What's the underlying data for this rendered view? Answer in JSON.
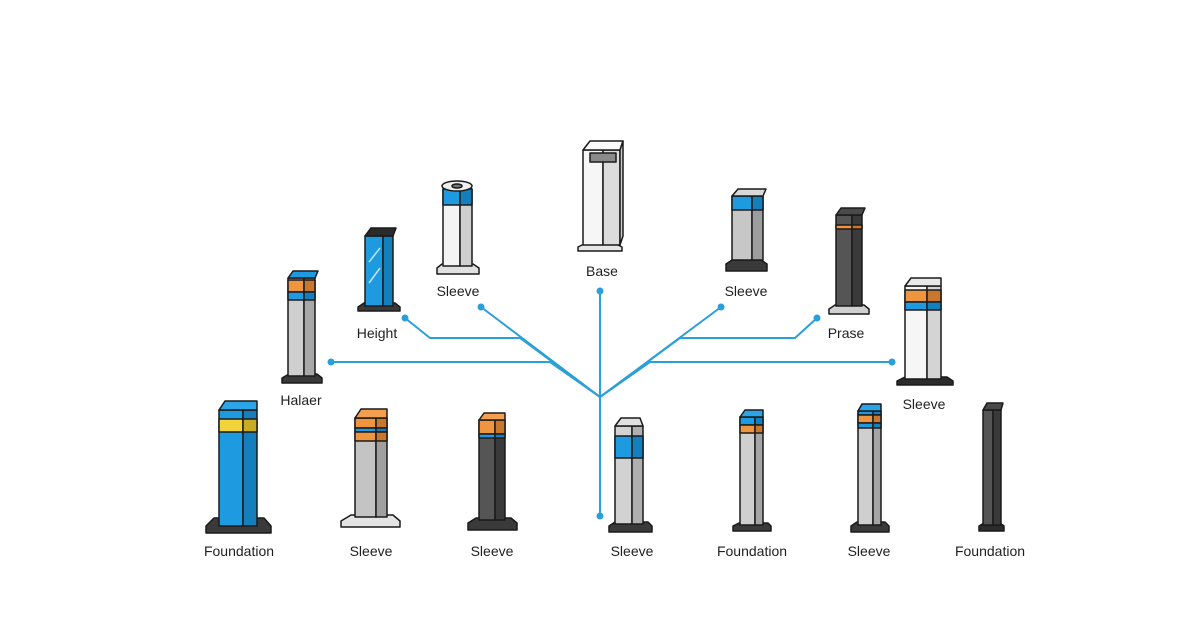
{
  "colors": {
    "connector": "#2a9fd8",
    "outline": "#1a1a1a",
    "blue": "#1e9be0",
    "orange": "#ef9540",
    "yellow": "#f2d43a",
    "white": "#f4f4f4",
    "light_gray": "#c9c9c9",
    "silver": "#b8b8b8",
    "dark_gray": "#555555",
    "charcoal": "#4a4a4a"
  },
  "bollards": [
    {
      "id": "base",
      "label": "Base",
      "style": "white-tall",
      "icon": "white-sleeve-bollard-icon"
    },
    {
      "id": "sleeve-top-left",
      "label": "Sleeve",
      "style": "white-blue-band",
      "icon": "white-bollard-blue-band-icon"
    },
    {
      "id": "sleeve-top-right",
      "label": "Sleeve",
      "style": "gray-blue-band",
      "icon": "gray-bollard-blue-band-icon"
    },
    {
      "id": "height",
      "label": "Height",
      "style": "blue-glass",
      "icon": "blue-glass-bollard-icon"
    },
    {
      "id": "prase",
      "label": "Prase",
      "style": "dark-orange-stripe",
      "icon": "dark-bollard-orange-stripe-icon"
    },
    {
      "id": "halaer",
      "label": "Halaer",
      "style": "gray-orange-blue",
      "icon": "gray-bollard-orange-blue-icon"
    },
    {
      "id": "sleeve-right",
      "label": "Sleeve",
      "style": "white-orange-blue",
      "icon": "white-bollard-orange-blue-icon"
    },
    {
      "id": "foundation-1",
      "label": "Foundation",
      "style": "blue-yellow",
      "icon": "blue-bollard-yellow-band-icon"
    },
    {
      "id": "sleeve-b1",
      "label": "Sleeve",
      "style": "silver-orange",
      "icon": "silver-bollard-orange-cap-icon"
    },
    {
      "id": "sleeve-b2",
      "label": "Sleeve",
      "style": "dark-orange",
      "icon": "dark-bollard-orange-cap-icon"
    },
    {
      "id": "sleeve-b3",
      "label": "Sleeve",
      "style": "gray-blue-cap",
      "icon": "gray-bollard-blue-band-icon"
    },
    {
      "id": "foundation-2",
      "label": "Foundation",
      "style": "gray-blue-orange",
      "icon": "gray-bollard-blue-orange-icon"
    },
    {
      "id": "sleeve-b4",
      "label": "Sleeve",
      "style": "slim-blue-orange",
      "icon": "slim-bollard-blue-orange-icon"
    },
    {
      "id": "foundation-3",
      "label": "Foundation",
      "style": "charcoal-plain",
      "icon": "charcoal-bollard-icon"
    }
  ]
}
